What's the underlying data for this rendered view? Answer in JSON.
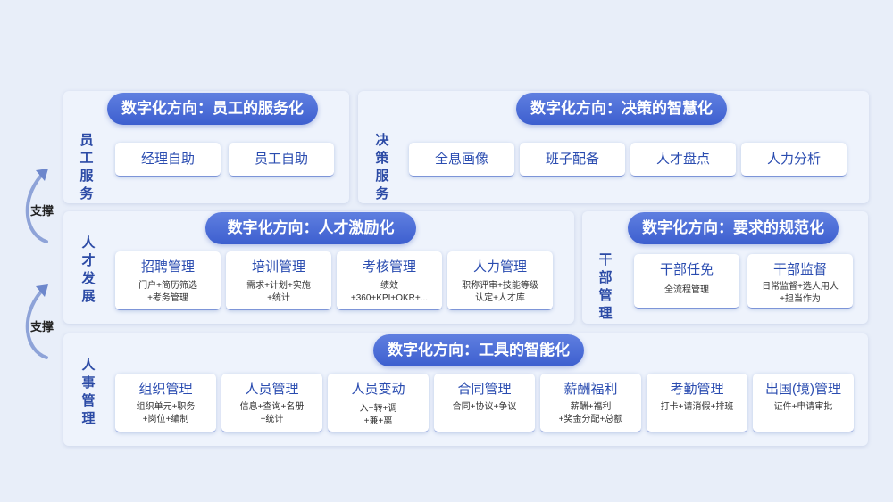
{
  "colors": {
    "accent": "#3d5fcf",
    "title_text": "#2a4cb0",
    "label_text": "#2b4aa5",
    "background": "#e8eef9"
  },
  "support_label": "支撑",
  "employee_service": {
    "side_label": "员工服务",
    "pill": "数字化方向：员工的服务化",
    "cards": [
      {
        "title": "经理自助"
      },
      {
        "title": "员工自助"
      }
    ]
  },
  "decision_service": {
    "side_label": "决策服务",
    "pill": "数字化方向：决策的智慧化",
    "cards": [
      {
        "title": "全息画像"
      },
      {
        "title": "班子配备"
      },
      {
        "title": "人才盘点"
      },
      {
        "title": "人力分析"
      }
    ]
  },
  "talent_development": {
    "side_label": "人才发展",
    "pill": "数字化方向：人才激励化",
    "cards": [
      {
        "title": "招聘管理",
        "sub": "门户+简历筛选\n+考务管理"
      },
      {
        "title": "培训管理",
        "sub": "需求+计划+实施\n+统计"
      },
      {
        "title": "考核管理",
        "sub": "绩效\n+360+KPI+OKR+..."
      },
      {
        "title": "人力管理",
        "sub": "职称评审+技能等级\n认定+人才库"
      }
    ]
  },
  "cadre_management": {
    "side_label": "干部管理",
    "pill": "数字化方向：要求的规范化",
    "cards": [
      {
        "title": "干部任免",
        "sub": "全流程管理"
      },
      {
        "title": "干部监督",
        "sub": "日常监督+选人用人\n+担当作为"
      }
    ]
  },
  "hr_management": {
    "side_label": "人事管理",
    "pill": "数字化方向：工具的智能化",
    "cards": [
      {
        "title": "组织管理",
        "sub": "组织单元+职务\n+岗位+编制"
      },
      {
        "title": "人员管理",
        "sub": "信息+查询+名册\n+统计"
      },
      {
        "title": "人员变动",
        "sub": "入+转+调\n+兼+离"
      },
      {
        "title": "合同管理",
        "sub": "合同+协议+争议"
      },
      {
        "title": "薪酬福利",
        "sub": "薪酬+福利\n+奖金分配+总额"
      },
      {
        "title": "考勤管理",
        "sub": "打卡+请消假+排班"
      },
      {
        "title": "出国(境)管理",
        "sub": "证件+申请审批"
      }
    ]
  }
}
